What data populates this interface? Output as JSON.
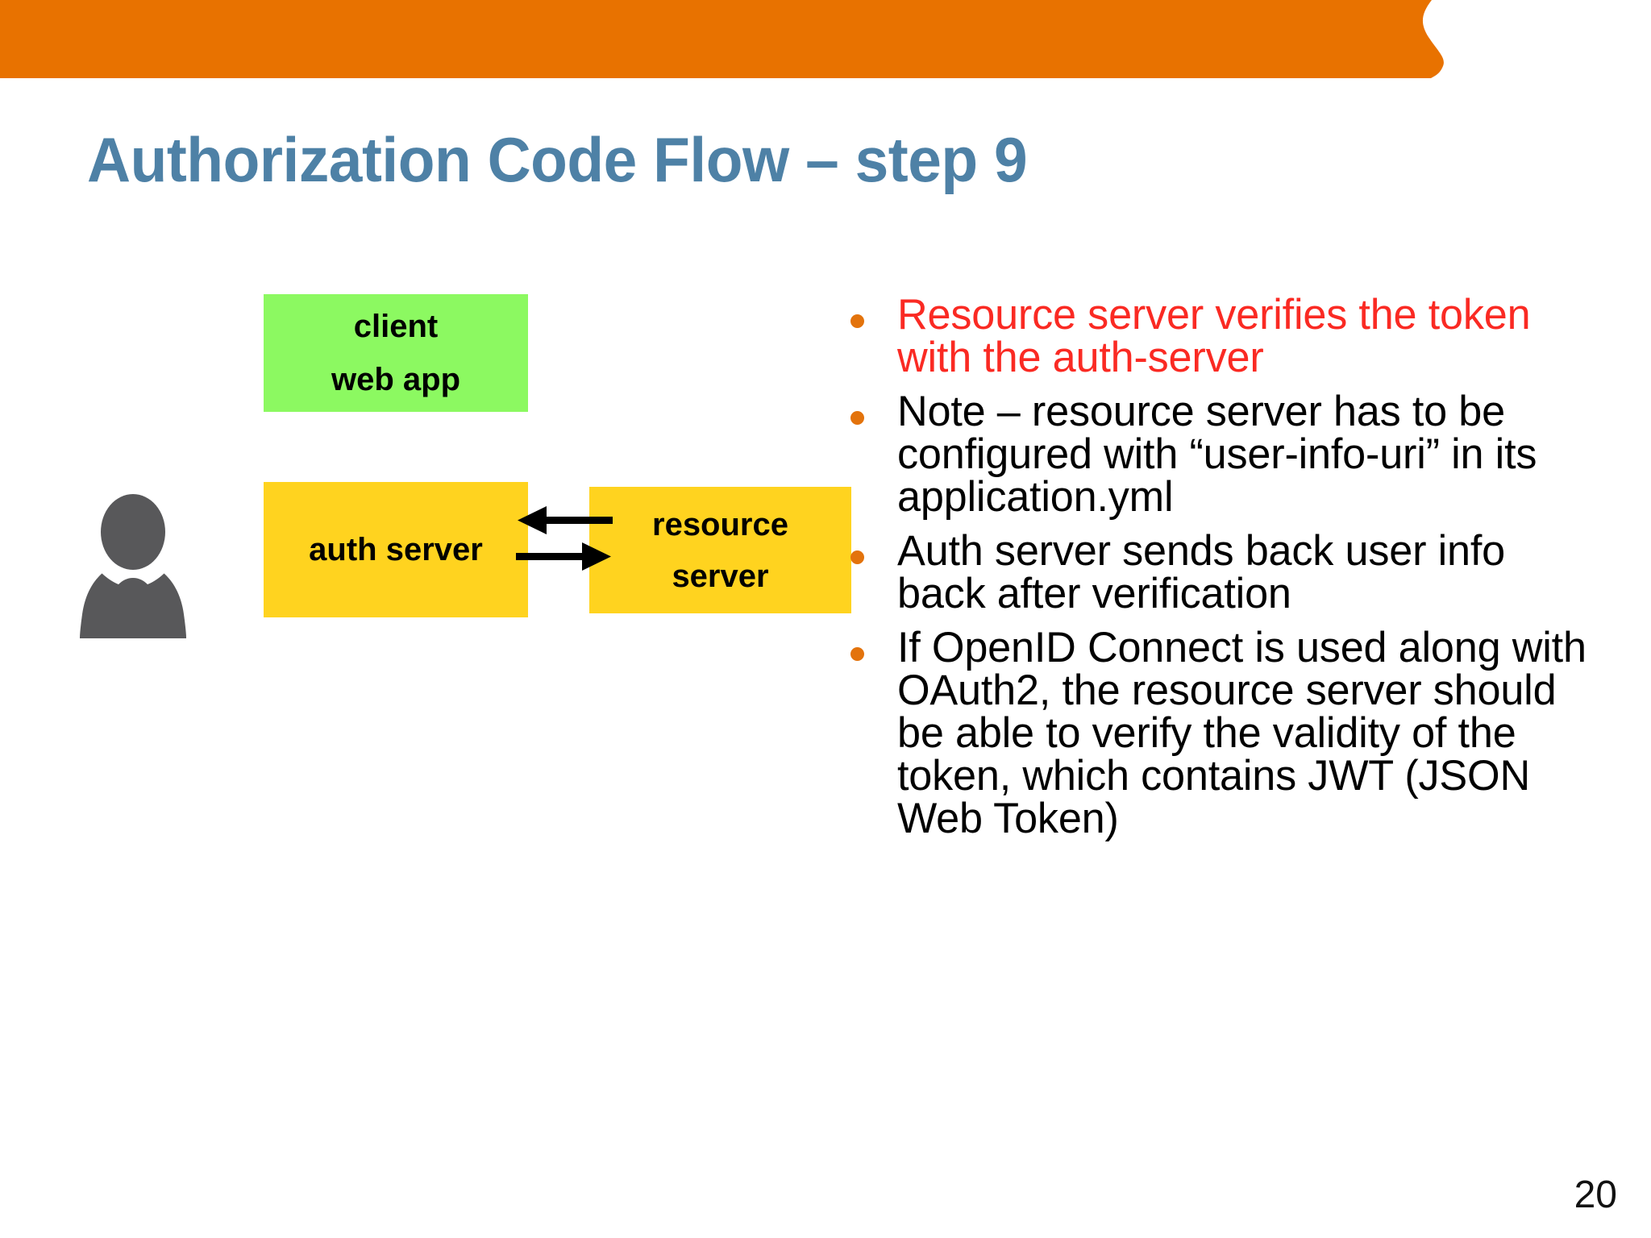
{
  "slide": {
    "title": "Authorization Code Flow – step 9",
    "page_number": "20",
    "banner_color": "#E87200",
    "title_color": "#4E81A6"
  },
  "diagram": {
    "client_box": {
      "line1": "client",
      "line2": "web app",
      "color": "#8CF961"
    },
    "auth_box": {
      "label": "auth server",
      "color": "#FFD31F"
    },
    "resource_box": {
      "line1": "resource",
      "line2": "server",
      "color": "#FFD31F"
    },
    "user_icon": {
      "name": "user-person-icon",
      "color": "#58585A"
    },
    "arrows": [
      {
        "name": "resource-to-auth-arrow",
        "direction": "left"
      },
      {
        "name": "auth-to-resource-arrow",
        "direction": "right"
      }
    ]
  },
  "bullets": [
    {
      "text": "Resource server verifies the token with the auth-server",
      "color": "#FA2A23",
      "highlight": true
    },
    {
      "text": "Note – resource server has to be configured with “user-info-uri” in its application.yml",
      "color": "#000000",
      "highlight": false
    },
    {
      "text": "Auth server sends back user info back after verification",
      "color": "#000000",
      "highlight": false
    },
    {
      "text": "If OpenID Connect is used along with OAuth2, the resource server should be able to verify the validity of the token, which contains JWT (JSON Web Token)",
      "color": "#000000",
      "highlight": false
    }
  ]
}
